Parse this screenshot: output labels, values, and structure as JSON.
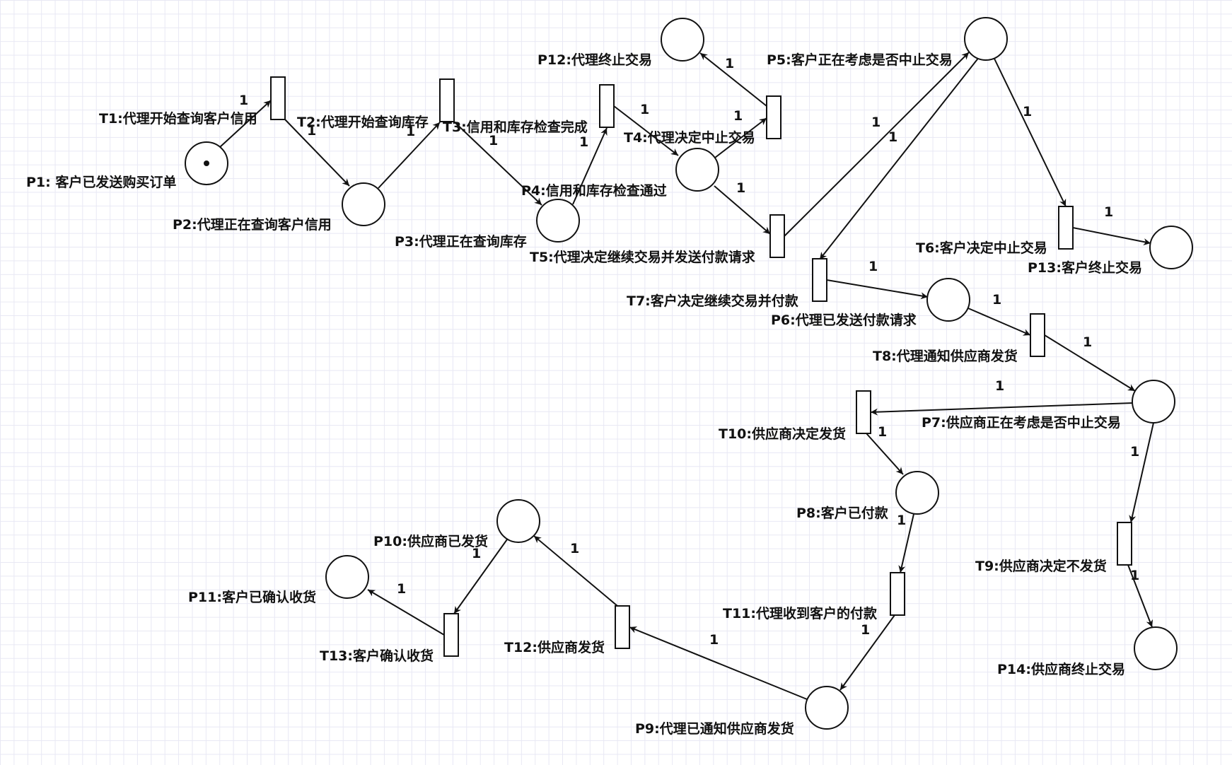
{
  "places": [
    {
      "id": "P1",
      "label": "P1: 客户已发送购买订单",
      "tokens": 1
    },
    {
      "id": "P2",
      "label": "P2:代理正在查询客户信用",
      "tokens": 0
    },
    {
      "id": "P3",
      "label": "P3:代理正在查询库存",
      "tokens": 0
    },
    {
      "id": "P4",
      "label": "P4:信用和库存检查通过",
      "tokens": 0
    },
    {
      "id": "P5",
      "label": "P5:客户正在考虑是否中止交易",
      "tokens": 0
    },
    {
      "id": "P6",
      "label": "P6:代理已发送付款请求",
      "tokens": 0
    },
    {
      "id": "P7",
      "label": "P7:供应商正在考虑是否中止交易",
      "tokens": 0
    },
    {
      "id": "P8",
      "label": "P8:客户已付款",
      "tokens": 0
    },
    {
      "id": "P9",
      "label": "P9:代理已通知供应商发货",
      "tokens": 0
    },
    {
      "id": "P10",
      "label": "P10:供应商已发货",
      "tokens": 0
    },
    {
      "id": "P11",
      "label": "P11:客户已确认收货",
      "tokens": 0
    },
    {
      "id": "P12",
      "label": "P12:代理终止交易",
      "tokens": 0
    },
    {
      "id": "P13",
      "label": "P13:客户终止交易",
      "tokens": 0
    },
    {
      "id": "P14",
      "label": "P14:供应商终止交易",
      "tokens": 0
    }
  ],
  "transitions": [
    {
      "id": "T1",
      "label": "T1:代理开始查询客户信用"
    },
    {
      "id": "T2",
      "label": "T2:代理开始查询库存"
    },
    {
      "id": "T3",
      "label": "T3:信用和库存检查完成"
    },
    {
      "id": "T4",
      "label": "T4:代理决定中止交易"
    },
    {
      "id": "T5",
      "label": "T5:代理决定继续交易并发送付款请求"
    },
    {
      "id": "T6",
      "label": "T6:客户决定中止交易"
    },
    {
      "id": "T7",
      "label": "T7:客户决定继续交易并付款"
    },
    {
      "id": "T8",
      "label": "T8:代理通知供应商发货"
    },
    {
      "id": "T9",
      "label": "T9:供应商决定不发货"
    },
    {
      "id": "T10",
      "label": "T10:供应商决定发货"
    },
    {
      "id": "T11",
      "label": "T11:代理收到客户的付款"
    },
    {
      "id": "T12",
      "label": "T12:供应商发货"
    },
    {
      "id": "T13",
      "label": "T13:客户确认收货"
    }
  ],
  "arcs": [
    {
      "from": "P1",
      "to": "T1",
      "weight": "1"
    },
    {
      "from": "T1",
      "to": "P2",
      "weight": "1"
    },
    {
      "from": "P2",
      "to": "T2",
      "weight": "1"
    },
    {
      "from": "T2",
      "to": "P3",
      "weight": "1"
    },
    {
      "from": "P3",
      "to": "T3",
      "weight": "1"
    },
    {
      "from": "T3",
      "to": "P4",
      "weight": "1"
    },
    {
      "from": "P4",
      "to": "T4",
      "weight": "1"
    },
    {
      "from": "T4",
      "to": "P12",
      "weight": "1"
    },
    {
      "from": "P4",
      "to": "T5",
      "weight": "1"
    },
    {
      "from": "T5",
      "to": "P5",
      "weight": "1"
    },
    {
      "from": "P5",
      "to": "T7",
      "weight": "1"
    },
    {
      "from": "P5",
      "to": "T6",
      "weight": "1"
    },
    {
      "from": "T6",
      "to": "P13",
      "weight": "1"
    },
    {
      "from": "T7",
      "to": "P6",
      "weight": "1"
    },
    {
      "from": "P6",
      "to": "T8",
      "weight": "1"
    },
    {
      "from": "T8",
      "to": "P7",
      "weight": "1"
    },
    {
      "from": "P7",
      "to": "T10",
      "weight": "1"
    },
    {
      "from": "P7",
      "to": "T9",
      "weight": "1"
    },
    {
      "from": "T9",
      "to": "P14",
      "weight": "1"
    },
    {
      "from": "T10",
      "to": "P8",
      "weight": "1"
    },
    {
      "from": "P8",
      "to": "T11",
      "weight": "1"
    },
    {
      "from": "T11",
      "to": "P9",
      "weight": "1"
    },
    {
      "from": "P9",
      "to": "T12",
      "weight": "1"
    },
    {
      "from": "T12",
      "to": "P10",
      "weight": "1"
    },
    {
      "from": "P10",
      "to": "T13",
      "weight": "1"
    },
    {
      "from": "T13",
      "to": "P11",
      "weight": "1"
    }
  ]
}
